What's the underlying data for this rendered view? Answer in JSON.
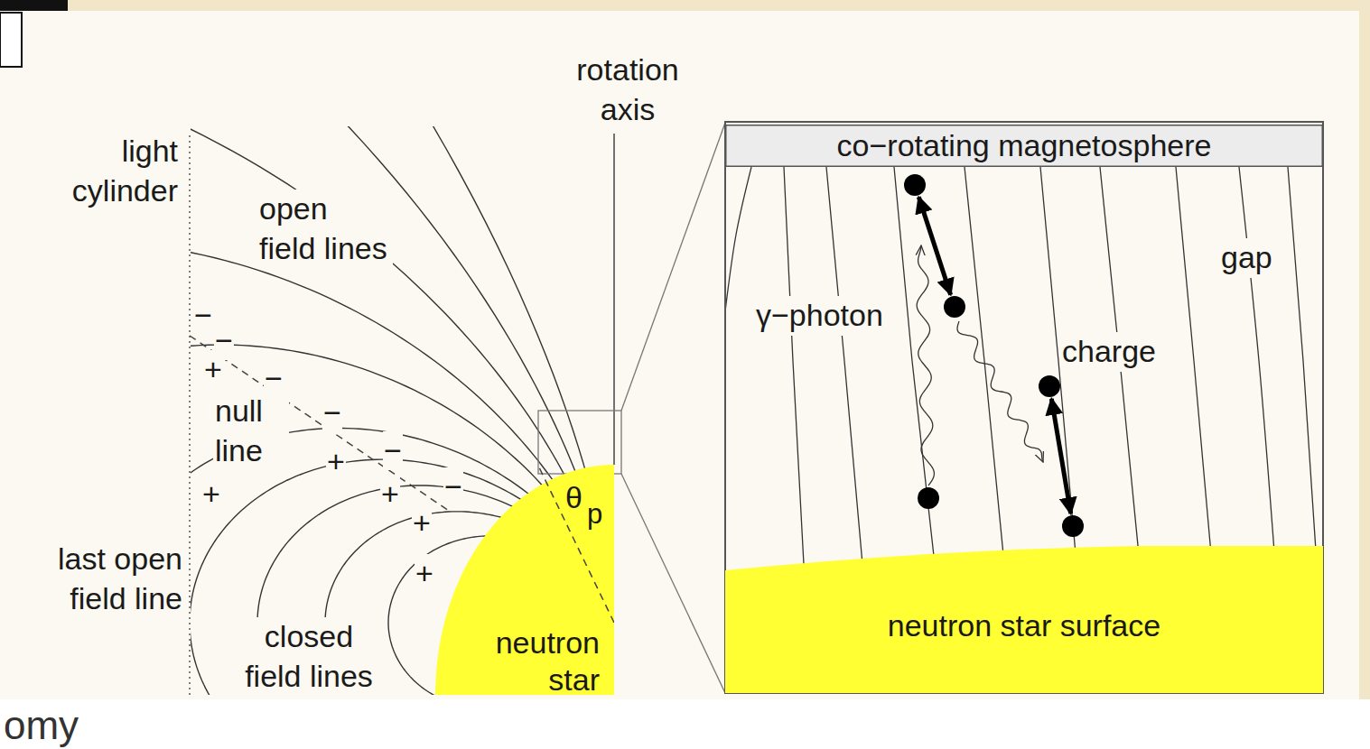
{
  "diagram": {
    "nodes": [
      {
        "text": [
          "neutron star"
        ]
      },
      {
        "text": [
          "co−rotating magnetosphere"
        ]
      },
      {
        "text": [
          "neutron star surface"
        ]
      }
    ],
    "labels": [
      "rotation axis",
      "light cylinder",
      "open field lines",
      "null line",
      "last open field line",
      "closed field lines",
      "θ",
      "p",
      "γ−photon",
      "charge",
      "gap",
      "omy",
      "−",
      "−",
      "−",
      "−",
      "−",
      "−",
      "+",
      "+",
      "+",
      "+",
      "+",
      "+"
    ]
  }
}
